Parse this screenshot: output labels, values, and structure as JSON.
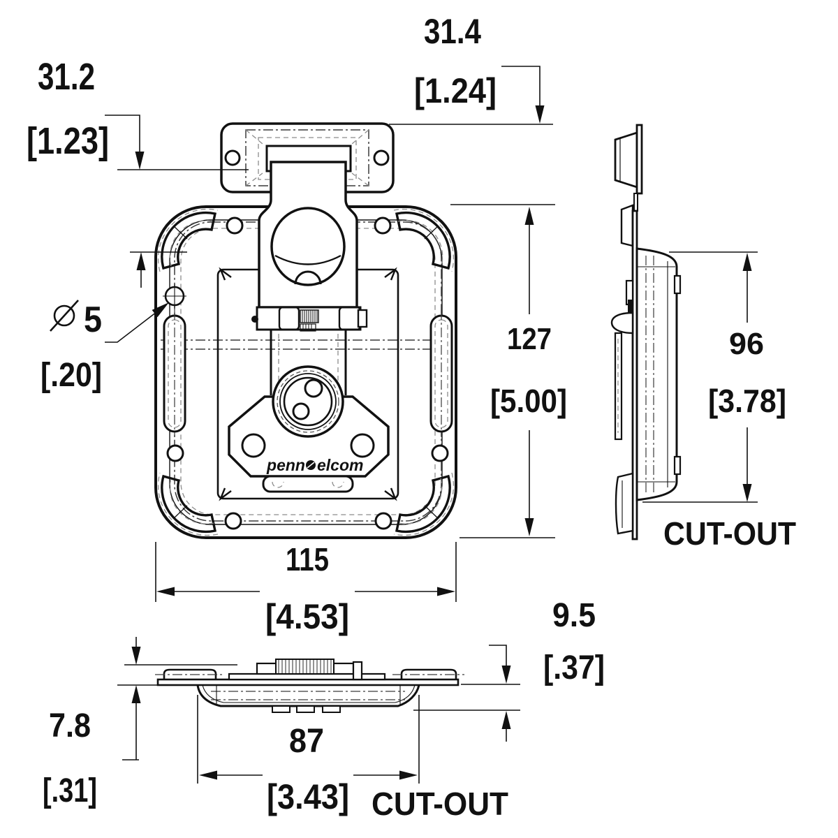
{
  "drawing": {
    "title": "Butterfly latch dimensional drawing",
    "brand": {
      "part1": "penn",
      "part2": "elcom"
    },
    "labels": {
      "cutout_side": "CUT-OUT",
      "cutout_bottom": "CUT-OUT"
    },
    "dims": {
      "offset_left": {
        "mm": "31.2",
        "in": "[1.23]"
      },
      "offset_top": {
        "mm": "31.4",
        "in": "[1.24]"
      },
      "overall_height": {
        "mm": "127",
        "in": "[5.00]"
      },
      "cutout_height": {
        "mm": "96",
        "in": "[3.78]"
      },
      "overall_width": {
        "mm": "115",
        "in": "[4.53]"
      },
      "cutout_width": {
        "mm": "87",
        "in": "[3.43]"
      },
      "protrusion_height": {
        "mm": "7.8",
        "in": "[.31]"
      },
      "recess_depth": {
        "mm": "9.5",
        "in": "[.37]"
      },
      "hole_diameter": {
        "symbol": "⌀",
        "mm": "5",
        "in": "[.20]"
      }
    },
    "colors": {
      "line": "#111111",
      "hidden_line": "#8c8c8c",
      "background": "#ffffff"
    }
  }
}
